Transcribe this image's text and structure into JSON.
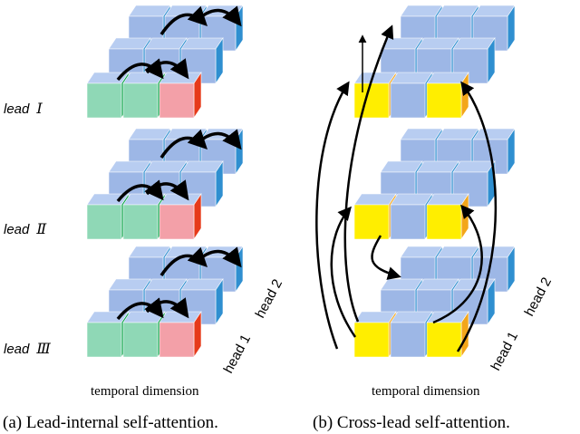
{
  "left_panel": {
    "lead_prefix": "lead",
    "lead_labels": [
      {
        "prefix": "lead",
        "numeral": "Ⅰ"
      },
      {
        "prefix": "lead",
        "numeral": "Ⅱ"
      },
      {
        "prefix": "lead",
        "numeral": "Ⅲ"
      }
    ],
    "head1": "head 1",
    "head2": "head 2",
    "axis_label": "temporal dimension",
    "caption": "(a) Lead-internal self-attention."
  },
  "right_panel": {
    "head1": "head 1",
    "head2": "head 2",
    "axis_label": "temporal dimension",
    "caption": "(b) Cross-lead self-attention."
  },
  "colors": {
    "cube_blue_front": "#9db7e6",
    "cube_blue_top": "#b8cdf1",
    "cube_blue_side": "#2f8fd0",
    "cube_green_front": "#8fd8b6",
    "cube_green_side": "#0aa44a",
    "cube_pink_front": "#f3a0a8",
    "cube_pink_side": "#e63a1a",
    "cube_yellow_front": "#ffee00",
    "cube_yellow_side": "#f3a61a"
  }
}
